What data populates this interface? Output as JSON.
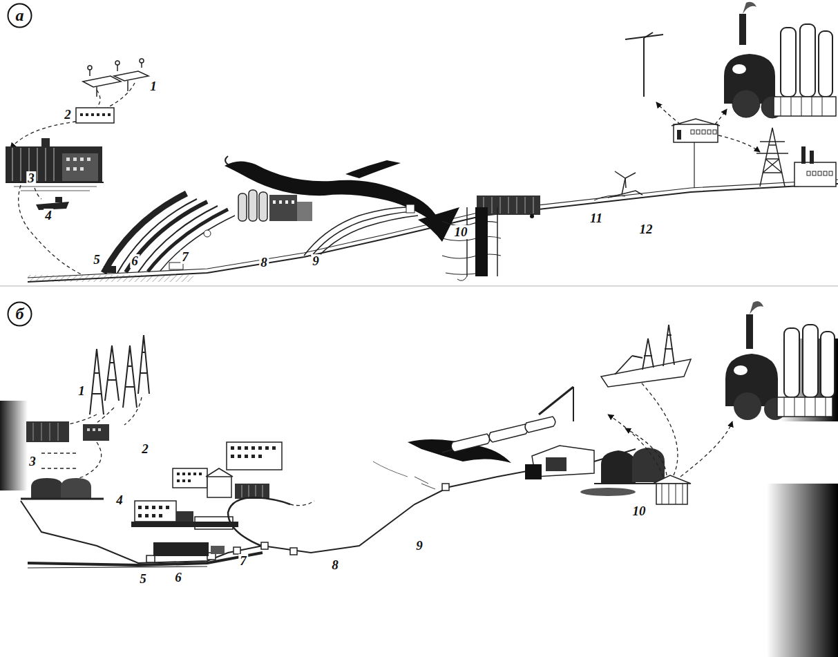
{
  "diagram": {
    "nodes": [
      {
        "text": [
          "а"
        ]
      },
      {
        "text": [
          "б"
        ]
      }
    ],
    "labels": [
      "1",
      "2",
      "3",
      "4",
      "5",
      "6",
      "7",
      "8",
      "9",
      "10",
      "11",
      "12",
      "1",
      "2",
      "3",
      "4",
      "5",
      "6",
      "7",
      "8",
      "9",
      "10"
    ]
  }
}
